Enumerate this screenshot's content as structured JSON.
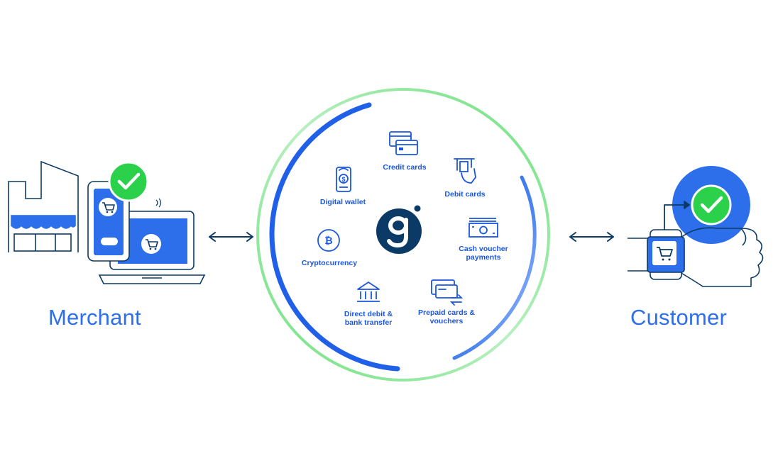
{
  "parties": {
    "merchant": "Merchant",
    "customer": "Customer"
  },
  "methods": {
    "credit_cards": "Credit cards",
    "debit_cards": "Debit cards",
    "digital_wallet": "Digital wallet",
    "cash_voucher": "Cash voucher\npayments",
    "cryptocurrency": "Cryptocurrency",
    "direct_debit": "Direct debit &\nbank transfer",
    "prepaid": "Prepaid cards &\nvouchers"
  },
  "icons": {
    "logo": "g-logo-icon",
    "merchant_shop": "storefront-icon",
    "merchant_devices": "phone-laptop-cart-icon",
    "customer_watch": "smartwatch-cart-icon",
    "check": "check-circle-icon"
  },
  "colors": {
    "primary_blue": "#2d6fea",
    "dark_navy": "#0b3a66",
    "green": "#2bd14a",
    "ring_green": "#7fe08c",
    "label_blue": "#1a56e0"
  }
}
